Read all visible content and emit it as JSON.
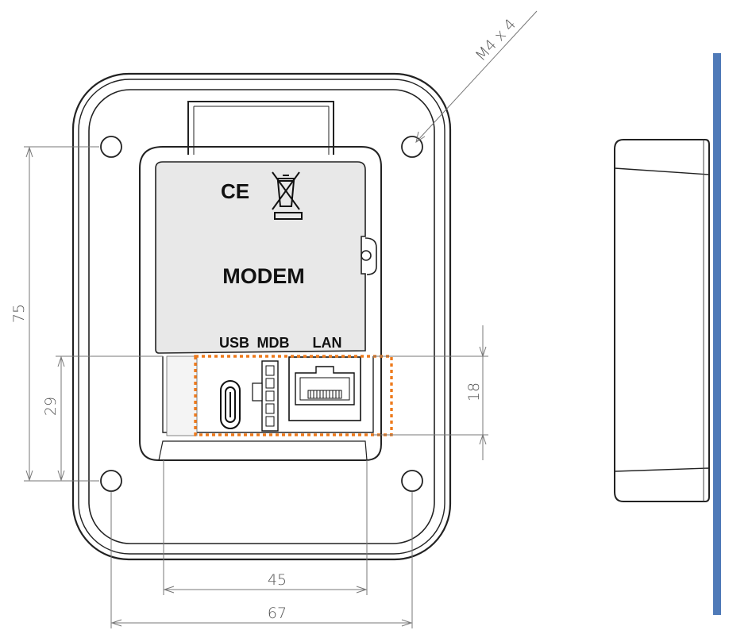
{
  "device": {
    "label": "MODEM",
    "ports": {
      "usb": "USB",
      "mdb": "MDB",
      "lan": "LAN"
    },
    "marks": {
      "ce": "CE",
      "weee": "weee-bin-icon"
    }
  },
  "dimensions": {
    "height_outer": "75",
    "height_inner": "29",
    "port_height": "18",
    "port_width": "45",
    "hole_spacing": "67",
    "screw_note": "M4 x 4"
  },
  "colors": {
    "outline": "#222222",
    "dimension": "#777777",
    "highlight": "#ee7a1c",
    "mount_rail": "#4f7ab8"
  }
}
